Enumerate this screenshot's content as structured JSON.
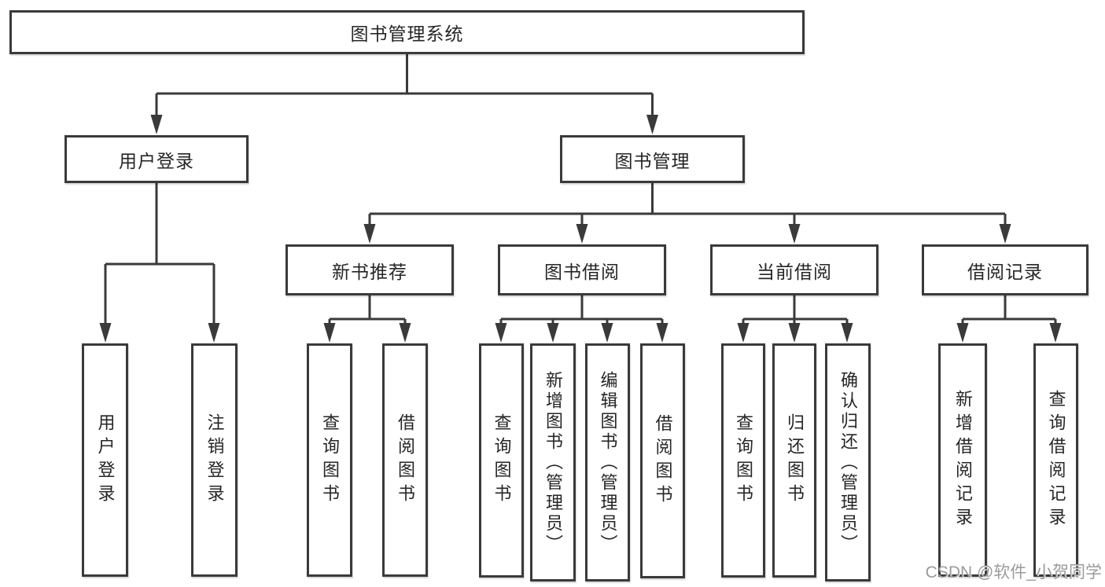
{
  "diagram": {
    "root": {
      "label": "图书管理系统"
    },
    "branches": [
      {
        "label": "用户登录",
        "children": [
          {
            "label": "用户登录"
          },
          {
            "label": "注销登录"
          }
        ]
      },
      {
        "label": "图书管理",
        "children": [
          {
            "label": "新书推荐",
            "children": [
              {
                "label": "查询图书"
              },
              {
                "label": "借阅图书"
              }
            ]
          },
          {
            "label": "图书借阅",
            "children": [
              {
                "label": "查询图书"
              },
              {
                "label": "新增图书（管理员）"
              },
              {
                "label": "编辑图书（管理员）"
              },
              {
                "label": "借阅图书"
              }
            ]
          },
          {
            "label": "当前借阅",
            "children": [
              {
                "label": "查询图书"
              },
              {
                "label": "归还图书"
              },
              {
                "label": "确认归还（管理员）"
              }
            ]
          },
          {
            "label": "借阅记录",
            "children": [
              {
                "label": "新增借阅记录"
              },
              {
                "label": "查询借阅记录"
              }
            ]
          }
        ]
      }
    ]
  },
  "watermark": {
    "text": "CSDN @软件_小贺同学"
  },
  "colors": {
    "line": "#3a3a3a",
    "box_border": "#3a3a3a",
    "box_fill": "#ffffff",
    "text": "#262626",
    "watermark": "#9b9b9b",
    "background": "#ffffff"
  }
}
